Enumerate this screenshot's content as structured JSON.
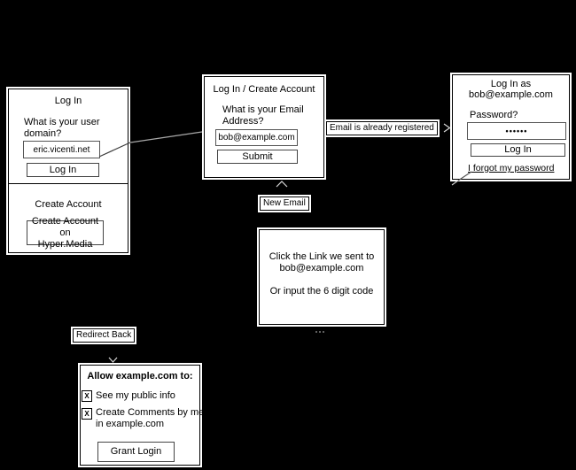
{
  "colors": {
    "background": "#000000",
    "box_fill": "#ffffff",
    "ink": "#000000",
    "connector_gray": "#a8a8a8",
    "connector_light": "#d8d8d8"
  },
  "flow": {
    "domain_login": {
      "title": "Log In",
      "question_line1": "What is your user",
      "question_line2": "domain?",
      "domain_input_value": "eric.vicenti.net",
      "login_button": "Log In",
      "create_section_title": "Create Account",
      "create_button_line1": "Create Account on",
      "create_button_line2": "Hyper.Media"
    },
    "email_entry": {
      "title": "Log In / Create Account",
      "question_line1": "What is your Email",
      "question_line2": "Address?",
      "email_input_value": "bob@example.com",
      "submit_button": "Submit"
    },
    "password_login": {
      "title_line1": "Log In as",
      "title_line2": "bob@example.com",
      "password_label": "Password?",
      "password_value": "••••••",
      "login_button": "Log In",
      "forgot_link": "I forgot my password"
    },
    "email_verify": {
      "line1": "Click the Link we sent to",
      "line2": "bob@example.com",
      "line3": "Or input the 6 digit code"
    },
    "oauth_grant": {
      "title": "Allow example.com to:",
      "checkbox_glyph": "X",
      "scope1": "See my public info",
      "scope2_line1": "Create Comments by me",
      "scope2_line2": "in example.com",
      "grant_button": "Grant Login"
    }
  },
  "edge_labels": {
    "email_registered": "Email is already registered",
    "new_email": "New Email",
    "redirect_back": "Redirect Back"
  }
}
